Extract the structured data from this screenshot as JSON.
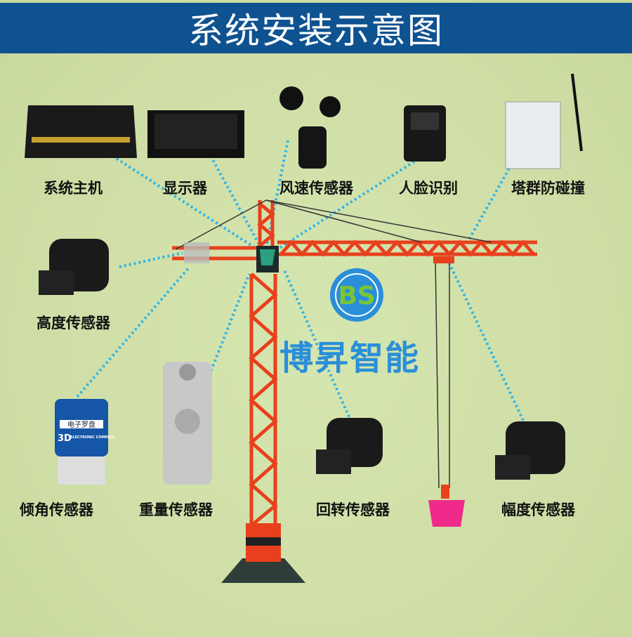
{
  "title": "系统安装示意图",
  "brand": {
    "logo_text": "BS",
    "name": "博昇智能"
  },
  "labels": {
    "host": "系统主机",
    "display": "显示器",
    "wind": "风速传感器",
    "face": "人脸识别",
    "anticollision": "塔群防碰撞",
    "height": "高度传感器",
    "tilt": "倾角传感器",
    "weight": "重量传感器",
    "slewing": "回转传感器",
    "amplitude": "幅度传感器"
  },
  "compass": {
    "name": "电子罗盘",
    "dim": "3D",
    "english": "ELECTRONIC COMPASS"
  },
  "colors": {
    "title_bg": "#0f5290",
    "crane": "#e8401c",
    "dotted": "#2fb6e8"
  }
}
